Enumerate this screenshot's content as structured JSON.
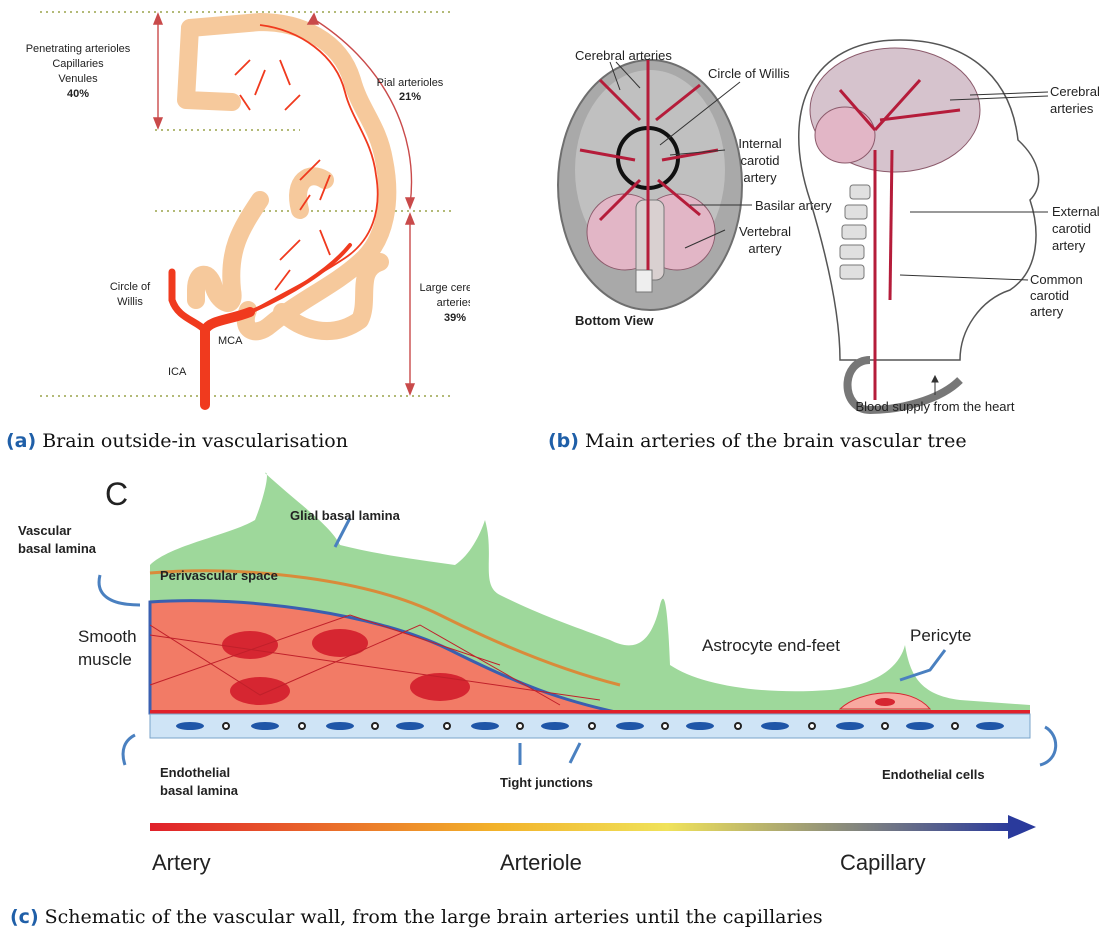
{
  "panel_a": {
    "caption_tag": "(a)",
    "caption": "Brain outside-in vascularisation",
    "label_penetrating": [
      "Penetrating arterioles",
      "Capillaries",
      "Venules"
    ],
    "pct_penetrating": "40%",
    "label_pial": "Pial arterioles",
    "pct_pial": "21%",
    "label_large": [
      "Large cerebral",
      "arteries"
    ],
    "pct_large": "39%",
    "label_circle": [
      "Circle of",
      "Willis"
    ],
    "label_mca": "MCA",
    "label_ica": "ICA"
  },
  "panel_b": {
    "caption_tag": "(b)",
    "caption": "Main arteries of the brain vascular tree",
    "cerebral_arteries_left": "Cerebral arteries",
    "circle_of_willis": "Circle of Willis",
    "internal_carotid": [
      "Internal",
      "carotid",
      "artery"
    ],
    "basilar": "Basilar artery",
    "vertebral": [
      "Vertebral",
      "artery"
    ],
    "bottom_view": "Bottom View",
    "cerebral_arteries_right": [
      "Cerebral",
      "arteries"
    ],
    "external_carotid": [
      "External",
      "carotid",
      "artery"
    ],
    "common_carotid": [
      "Common",
      "carotid",
      "artery"
    ],
    "blood_supply": "Blood supply from the heart"
  },
  "panel_c": {
    "caption_tag": "(c)",
    "caption": "Schematic of the vascular wall, from the large brain arteries until the capillaries",
    "letter": "C",
    "glial": "Glial basal lamina",
    "vascular_basal": [
      "Vascular",
      "basal lamina"
    ],
    "perivascular": "Perivascular space",
    "smooth_muscle": [
      "Smooth",
      "muscle"
    ],
    "astrocyte": "Astrocyte end-feet",
    "pericyte": "Pericyte",
    "endothelial_basal": [
      "Endothelial",
      "basal lamina"
    ],
    "tight_junctions": "Tight junctions",
    "endothelial_cells": "Endothelial cells",
    "axis_artery": "Artery",
    "axis_arteriole": "Arteriole",
    "axis_capillary": "Capillary"
  },
  "colors": {
    "vessel_red": "#f03a1e",
    "cortex_tan": "#f6c99c",
    "glia_green": "#9ed89b",
    "caption_blue": "#1f5fa8"
  }
}
